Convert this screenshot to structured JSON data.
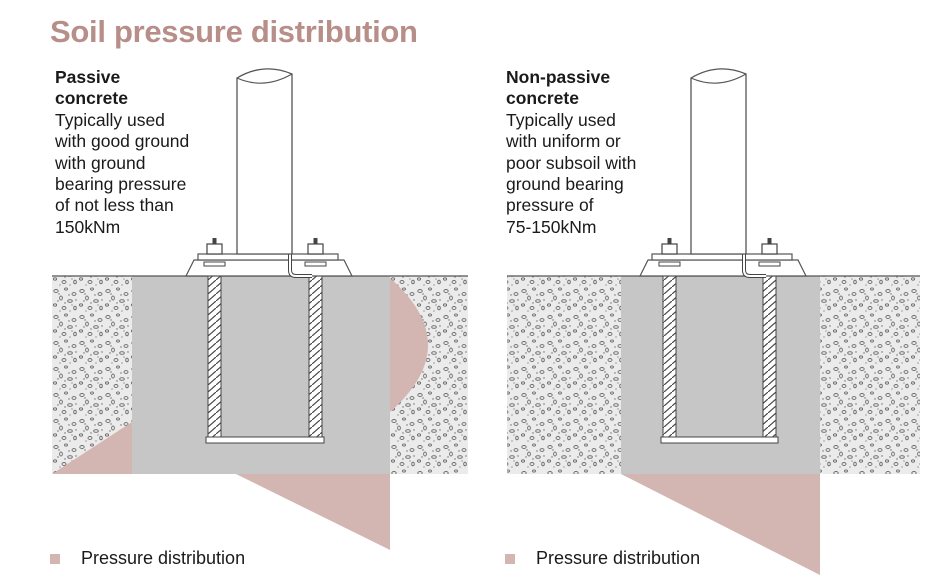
{
  "title": "Soil pressure distribution",
  "colors": {
    "title": "#b88e89",
    "pressure": "#d3b5b1",
    "concrete": "#c6c6c6",
    "soil": "#ebebeb",
    "post": "#ffffff",
    "outline": "#555555"
  },
  "panels": [
    {
      "heading": "Passive\nconcrete",
      "description": "Typically used\nwith good ground\nwith ground\nbearing pressure\nof not less than\n150kNm",
      "legend_label": "Pressure distribution"
    },
    {
      "heading": "Non-passive\nconcrete",
      "description": "Typically used\nwith uniform or\npoor subsoil with\nground bearing\npressure of\n75-150kNm",
      "legend_label": "Pressure distribution"
    }
  ]
}
